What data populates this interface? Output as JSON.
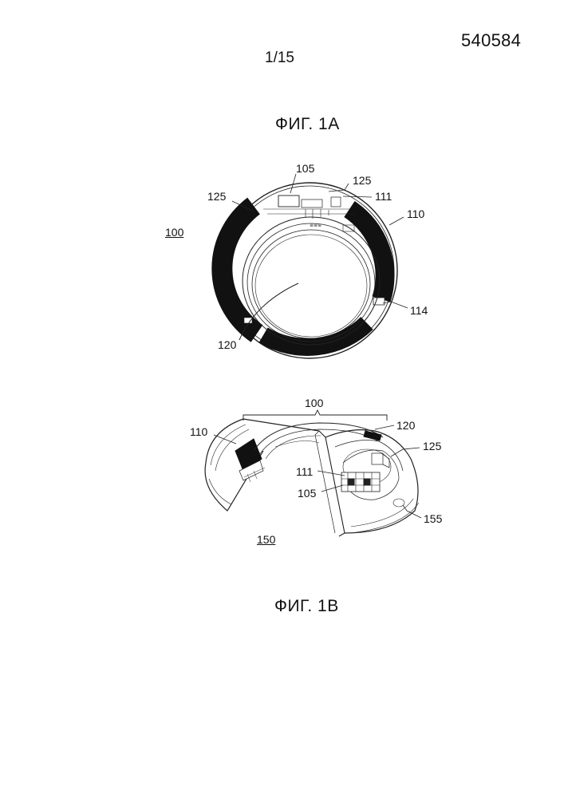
{
  "header": {
    "patent_number": "540584",
    "sheet": "1/15"
  },
  "figures": {
    "fig1a": {
      "title": "ФИГ. 1А",
      "labels": {
        "device": "100",
        "chip": "105",
        "antenna": "110",
        "connector": "111",
        "sensor": "114",
        "lens_center": "120",
        "contact_left": "125",
        "contact_right": "125"
      }
    },
    "fig1b": {
      "title": "ФИГ. 1В",
      "labels": {
        "device": "100",
        "antenna": "110",
        "lens_center": "120",
        "contact": "125",
        "connector": "111",
        "chip": "105",
        "lens_body": "155",
        "assembly": "150"
      }
    }
  }
}
